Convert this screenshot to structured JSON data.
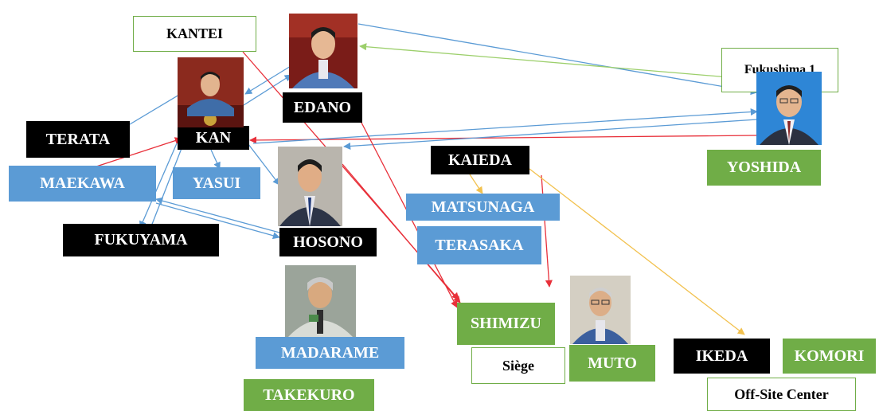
{
  "colors": {
    "black_label": "#000000",
    "blue_label": "#5b9bd5",
    "green_label": "#70ad47",
    "edge_blue": "#5b9bd5",
    "edge_red": "#e8303a",
    "edge_yellow": "#f2c14e",
    "edge_green": "#9ccf6b"
  },
  "labels": {
    "kantei": "KANTEI",
    "fukushima1": "Fukushima 1",
    "kan": "KAN",
    "edano": "EDANO",
    "terata": "TERATA",
    "maekawa": "MAEKAWA",
    "yasui": "YASUI",
    "fukuyama": "FUKUYAMA",
    "hosono": "HOSONO",
    "kaieda": "KAIEDA",
    "matsunaga": "MATSUNAGA",
    "terasaka": "TERASAKA",
    "yoshida": "YOSHIDA",
    "shimizu": "SHIMIZU",
    "siege": "Siège",
    "muto": "MUTO",
    "madarame": "MADARAME",
    "takekuro": "TAKEKURO",
    "ikeda": "IKEDA",
    "komori": "KOMORI",
    "offsite": "Off-Site Center"
  },
  "photos": [
    {
      "id": "kan",
      "icon": "portrait-icon"
    },
    {
      "id": "edano",
      "icon": "portrait-icon"
    },
    {
      "id": "hosono",
      "icon": "portrait-icon"
    },
    {
      "id": "yoshida",
      "icon": "portrait-icon"
    },
    {
      "id": "madarame",
      "icon": "portrait-icon"
    },
    {
      "id": "muto",
      "icon": "portrait-icon"
    }
  ],
  "edges": [
    {
      "from": "terata",
      "to": "kan",
      "color": "blue"
    },
    {
      "from": "maekawa",
      "to": "kan",
      "color": "red"
    },
    {
      "from": "kan",
      "to": "yasui",
      "color": "blue"
    },
    {
      "from": "kan",
      "to": "fukuyama",
      "color": "blue"
    },
    {
      "from": "fukuyama",
      "to": "kan",
      "color": "blue"
    },
    {
      "from": "kan",
      "to": "hosono",
      "color": "blue"
    },
    {
      "from": "edano",
      "to": "kan",
      "color": "blue"
    },
    {
      "from": "kan",
      "to": "edano",
      "color": "blue"
    },
    {
      "from": "yoshida",
      "to": "kan",
      "color": "red"
    },
    {
      "from": "kan",
      "to": "yoshida",
      "color": "blue"
    },
    {
      "from": "edano",
      "to": "yoshida",
      "color": "blue"
    },
    {
      "from": "yoshida",
      "to": "edano",
      "color": "green"
    },
    {
      "from": "yoshida",
      "to": "hosono",
      "color": "blue"
    },
    {
      "from": "maekawa",
      "to": "hosono",
      "color": "blue"
    },
    {
      "from": "hosono",
      "to": "maekawa",
      "color": "blue"
    },
    {
      "from": "kantei",
      "to": "shimizu",
      "color": "red"
    },
    {
      "from": "edano",
      "to": "shimizu",
      "color": "red"
    },
    {
      "from": "hosono",
      "to": "shimizu",
      "color": "red"
    },
    {
      "from": "kaieda",
      "to": "shimizu",
      "color": "red"
    },
    {
      "from": "kaieda",
      "to": "matsunaga",
      "color": "yellow"
    },
    {
      "from": "kaieda",
      "to": "ikeda",
      "color": "yellow"
    }
  ]
}
